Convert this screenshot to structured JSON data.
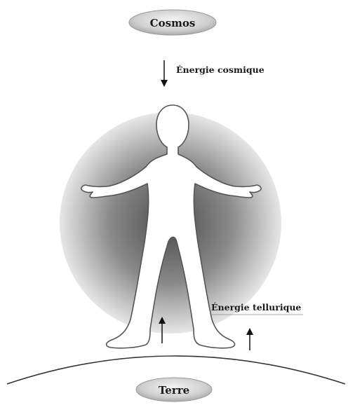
{
  "diagram": {
    "top_node": {
      "label": "Cosmos"
    },
    "bottom_node": {
      "label": "Terre"
    },
    "cosmic_energy": {
      "label": "Énergie cosmique"
    },
    "telluric_energy": {
      "label": "Énergie tellurique"
    }
  }
}
